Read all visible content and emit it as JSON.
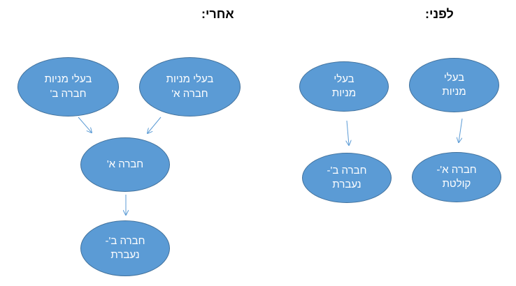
{
  "headings": {
    "before": "לפני:",
    "after": "אחרי:"
  },
  "colors": {
    "node_fill": "#5b9bd5",
    "node_border": "#41719c",
    "node_text": "#ffffff",
    "arrow": "#5b9bd5"
  },
  "before": {
    "owners_acquiring": "בעלי\nמניות",
    "company_a_acquiring": "חברה א'-\nקולטת",
    "owners_transferred": "בעלי\nמניות",
    "company_b_transferred": "חברה ב'-\nנעברת"
  },
  "after": {
    "owners_company_a": "בעלי מניות\nחברה א'",
    "owners_company_b": "בעלי מניות\nחברה ב'",
    "company_a": "חברה א'",
    "company_b_transferred": "חברה ב'-\nנעברת"
  }
}
